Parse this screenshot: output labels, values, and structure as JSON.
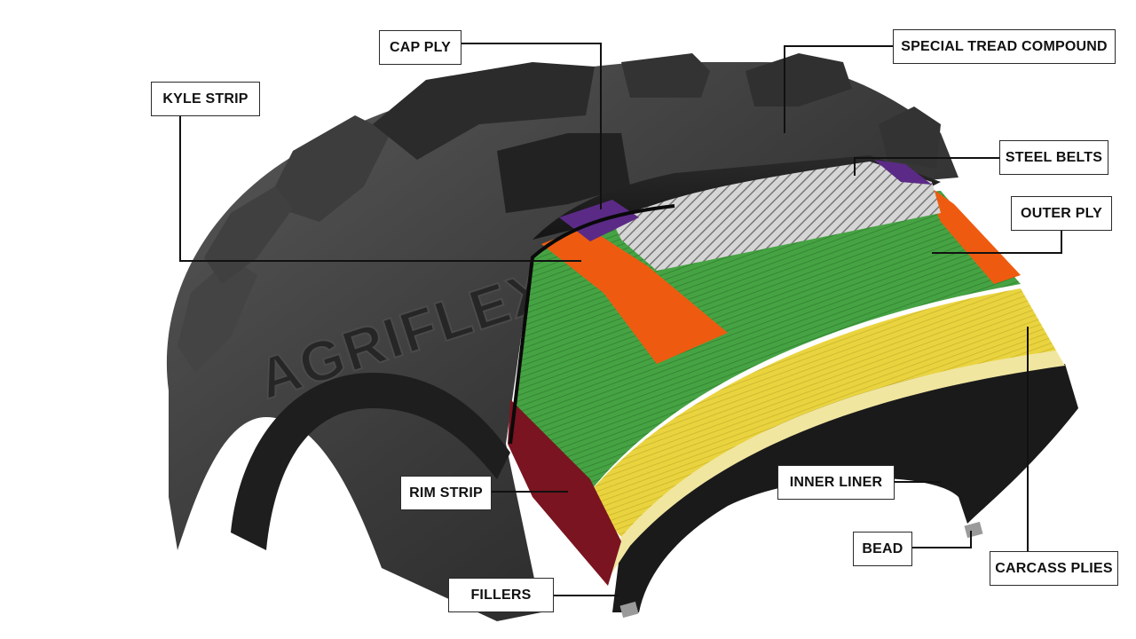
{
  "sidewall_text": "AGRIFLEX+",
  "colors": {
    "rubber": "#2e2e2e",
    "cap_ply": "#5b2a86",
    "kyle_strip": "#ee5b10",
    "outer_ply": "#44a040",
    "carcass_plies": "#e8d23e",
    "inner_lining": "#f0e6a0",
    "rim_strip": "#7a1420",
    "steel": "#c8c8c8"
  },
  "labels": {
    "cap_ply": "CAP PLY",
    "special_tread_compound": "SPECIAL TREAD COMPOUND",
    "kyle_strip": "KYLE STRIP",
    "steel_belts": "STEEL BELTS",
    "outer_ply": "OUTER PLY",
    "inner_liner": "INNER LINER",
    "rim_strip": "RIM STRIP",
    "bead": "BEAD",
    "carcass_plies": "CARCASS PLIES",
    "fillers": "FILLERS"
  }
}
